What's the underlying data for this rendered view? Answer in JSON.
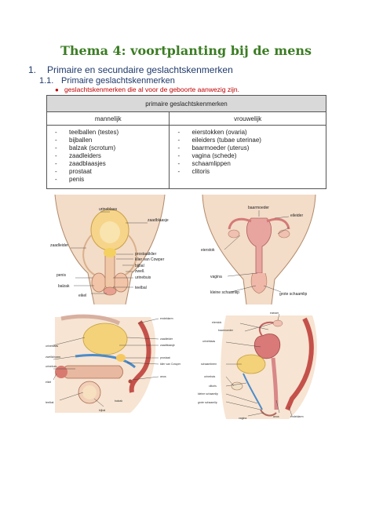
{
  "title": "Thema 4: voortplanting bij de mens",
  "section1": {
    "number": "1.",
    "label": "Primaire en secundaire geslachtskenmerken"
  },
  "section11": {
    "number": "1.1.",
    "label": "Primaire geslachtskenmerken"
  },
  "bullet": "geslachtskenmerken die al voor de geboorte aanwezig zijn.",
  "table": {
    "header": "primaire geslachtskenmerken",
    "col_male": "mannelijk",
    "col_female": "vrouwelijk",
    "dash": "-",
    "male": [
      "teelballen (testes)",
      "bijballen",
      "balzak (scrotum)",
      "zaadleiders",
      "zaadblaasjes",
      "prostaat",
      "penis"
    ],
    "female": [
      "eierstokken (ovaria)",
      "eileiders (tubae uterinae)",
      "baarmoeder (uterus)",
      "vagina (schede)",
      "schaamlippen",
      "clitoris"
    ]
  },
  "fig1": {
    "urineblaas": "urineblaas",
    "zaadblaasje": "zaadblaasje",
    "zaadleider": "zaadleider",
    "prostaatklier": "prostaatklier",
    "klier_cowper": "klier van Cowper",
    "bijbal": "bijbal",
    "urinebuis": "urinebuis",
    "zwellichaam": "zwell.",
    "teelbal": "teelbal",
    "balzak": "balzak",
    "eikel": "eikel",
    "penis": "penis"
  },
  "fig2": {
    "baarmoeder": "baarmoeder",
    "eileider": "eileider",
    "eierstok": "eierstok",
    "vagina": "vagina",
    "kleine_schaamlip": "kleine schaamlip",
    "grote_schaamlip": "grote schaamlip"
  },
  "fig3": {
    "zaadblaasje": "zaadblaasje",
    "urineblaas": "urineblaas",
    "zaadleider": "zaadleider",
    "endeldarm": "endeldarm",
    "prostaat": "prostaat",
    "klier_cowper": "klier van Cowper",
    "zwellichaam": "zwellichaam",
    "urinebuis": "urinebuis",
    "eikel": "eikel",
    "bijbal": "bijbal",
    "teelbal": "teelbal",
    "balzak": "balzak",
    "anus": "anus"
  },
  "fig4": {
    "eierstok": "eierstok",
    "eileider": "eileider",
    "baarmoeder": "baarmoeder",
    "urineblaas": "urineblaas",
    "schaambeen": "schaambeen",
    "urinebuis": "urinebuis",
    "clitoris": "clitoris",
    "kleine_schaamlip": "kleine schaamlip",
    "grote_schaamlip": "grote schaamlip",
    "vagina": "vagina",
    "anus": "anus",
    "endeldarm": "endeldarm"
  }
}
